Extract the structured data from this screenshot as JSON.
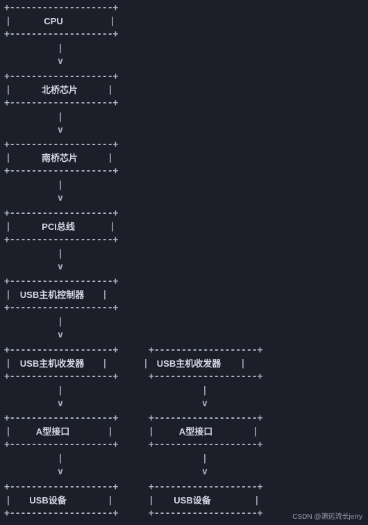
{
  "diagram": {
    "border_line": "+-------------------+",
    "arrow_shaft": "|",
    "arrow_head": "v",
    "left_column": [
      "CPU",
      "北桥芯片",
      "南桥芯片",
      "PCI总线",
      "USB主机控制器",
      "USB主机收发器",
      "A型接口",
      "USB设备"
    ],
    "right_column": [
      "USB主机收发器",
      "A型接口",
      "USB设备"
    ]
  },
  "watermark": "CSDN @源远流长jerry"
}
